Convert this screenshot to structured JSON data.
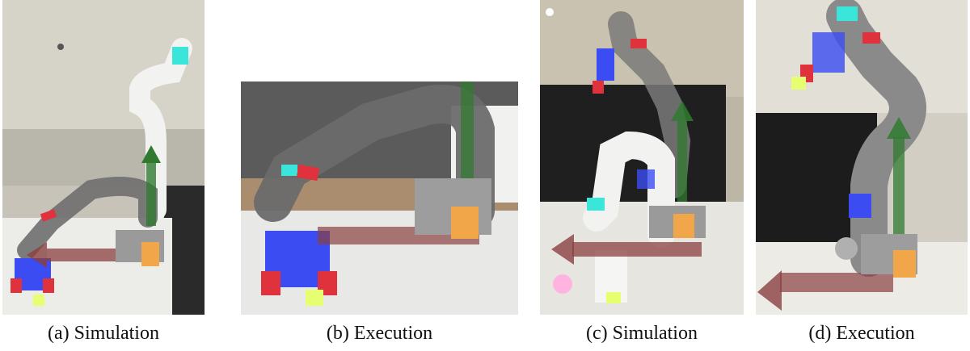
{
  "figure": {
    "panels": [
      {
        "id": "a",
        "caption": "(a) Simulation",
        "image": "robot-arm-ar-simulation-photo"
      },
      {
        "id": "b",
        "caption": "(b) Execution",
        "image": "robot-arm-execution-closeup-photo"
      },
      {
        "id": "c",
        "caption": "(c) Simulation",
        "image": "robot-arm-ar-simulation-photo"
      },
      {
        "id": "d",
        "caption": "(d) Execution",
        "image": "robot-arm-execution-photo"
      }
    ]
  },
  "colors": {
    "arm_white": "#f2f2f0",
    "arm_ghost_gray": "#6f6f6f",
    "gripper_blue": "#3a4cf2",
    "gripper_red": "#e0323c",
    "arrow_red": "#8a4040",
    "arrow_green": "#2f7a2f",
    "cube_orange": "#f2a64a",
    "cube_yellow": "#e6ff70",
    "cube_pink": "#ffb3e0",
    "cyan_marker": "#39e6d9"
  }
}
